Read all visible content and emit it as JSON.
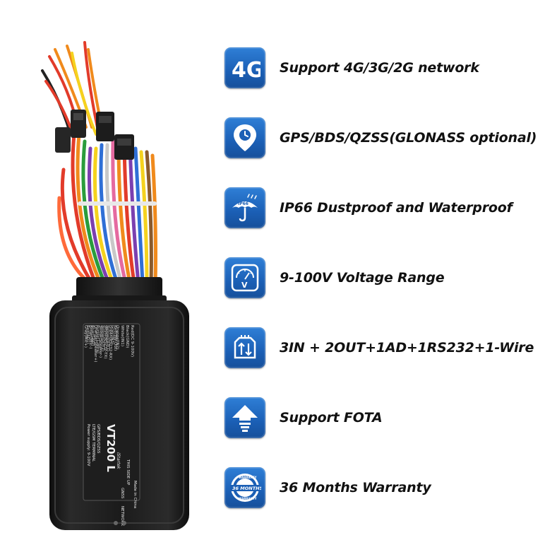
{
  "device": {
    "model": "VT200 L",
    "brand": "iStartek",
    "line1": "GPS/BDS/QZSS",
    "line2": "LTE/GSM TERMINAL",
    "line3": "Power supply: 9-100V",
    "made_in": "Made in China",
    "this_side_up": "THIS SIDE UP",
    "gnss": "GNSS",
    "network": "NETWORK",
    "wires": [
      "Red(DC 9-100V)",
      "Black(GND)",
      "White(IN1)",
      "Orange(IN2)",
      "Gray(IN3)",
      "Yellow(OUT1)",
      "Yellow(OUT2)",
      "Purple(1-Wire)",
      "Blue(GND)",
      "Red(AD1)",
      "Red(SW-Out)",
      "Green(RS232-RX)",
      "White(RS232-TX)",
      "Yellow(Speaker-)",
      "Orange(Speaker+)",
      "Brown(Mic-)",
      "Gray(Mic+)"
    ]
  },
  "features": [
    {
      "icon": "4g-network-icon",
      "icon_text": "4G",
      "text": "Support 4G/3G/2G network"
    },
    {
      "icon": "location-pin-icon",
      "text": "GPS/BDS/QZSS(GLONASS optional)"
    },
    {
      "icon": "umbrella-ip66-icon",
      "icon_text": "IP66",
      "text": "IP66 Dustproof and Waterproof"
    },
    {
      "icon": "voltmeter-icon",
      "icon_text": "V",
      "text": "9-100V Voltage Range"
    },
    {
      "icon": "io-connector-icon",
      "text": "3IN + 2OUT+1AD+1RS232+1-Wire"
    },
    {
      "icon": "upload-arrow-icon",
      "text": "Support FOTA"
    },
    {
      "icon": "warranty-badge-icon",
      "icon_text": "36 MONTHS",
      "icon_ring_top": "WARRANTY",
      "icon_ring_bottom": "WARRANTY",
      "text": "36 Months Warranty"
    }
  ],
  "colors": {
    "icon_blue": "#1b5fb5",
    "text": "#111111",
    "device_body": "#1a1a1a",
    "wires": [
      "#e23b2a",
      "#f08a1c",
      "#f5d21e",
      "#2a9d3c",
      "#7b3fb0",
      "#2f6fd6",
      "#c8c8c8",
      "#8a5a2b",
      "#e56aa0",
      "#ff6a3a"
    ]
  }
}
